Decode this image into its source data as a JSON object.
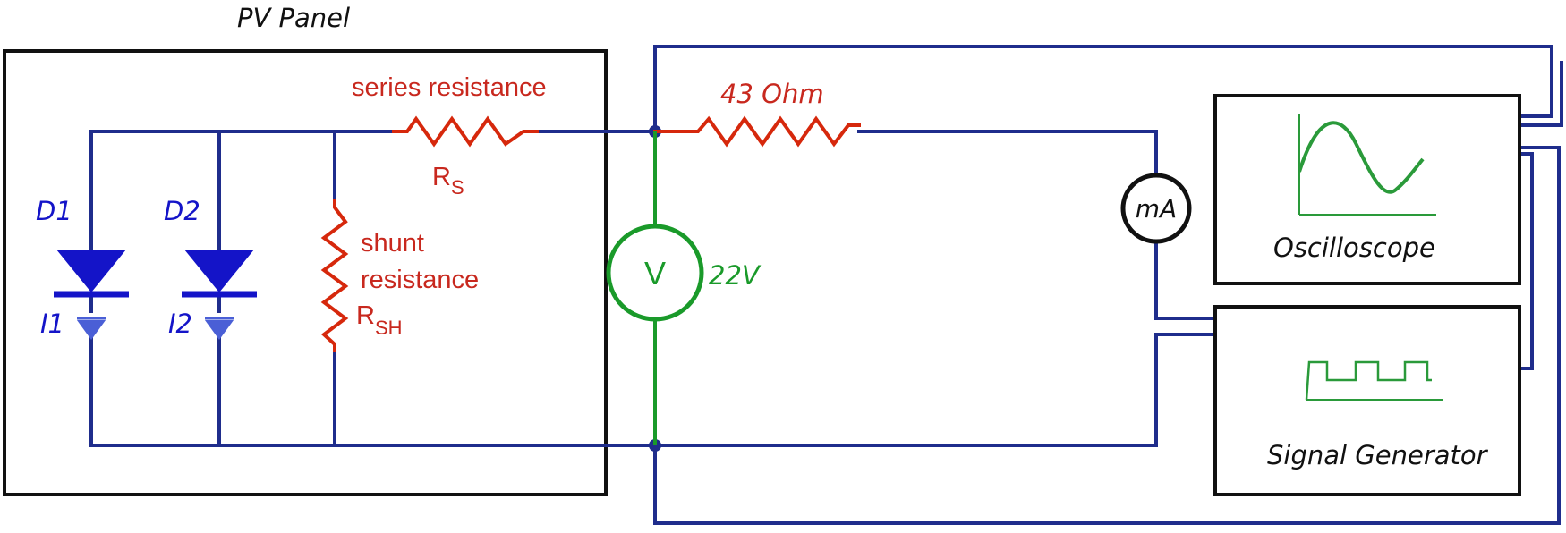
{
  "colors": {
    "wire": "#1f2d8c",
    "component": "#1414c8",
    "diode_small": "#4a5fd6",
    "resistor": "#d6280c",
    "label_red": "#c8281e",
    "voltmeter": "#1a9a2a",
    "box": "#111111",
    "waveform": "#2a9a3a"
  },
  "pv_panel": {
    "title": "PV Panel",
    "d1": "D1",
    "d2": "D2",
    "i1": "I1",
    "i2": "I2",
    "series_label": "series resistance",
    "series_symbol": "R",
    "series_sub": "S",
    "shunt_label_1": "shunt",
    "shunt_label_2": "resistance",
    "shunt_symbol": "R",
    "shunt_sub": "SH"
  },
  "load": {
    "resistor_label": "43 Ohm"
  },
  "voltmeter": {
    "symbol": "V",
    "reading": "22V"
  },
  "ammeter": {
    "symbol": "mA"
  },
  "oscilloscope": {
    "label": "Oscilloscope"
  },
  "signal_generator": {
    "label": "Signal Generator"
  }
}
